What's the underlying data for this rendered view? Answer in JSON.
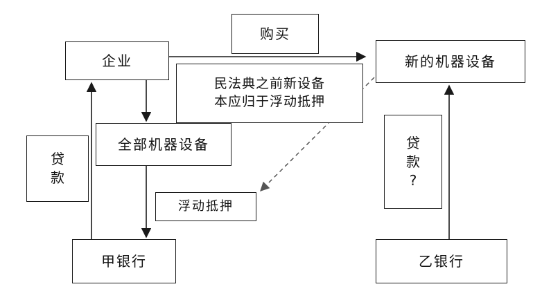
{
  "nodes": {
    "enterprise": "企业",
    "purchase": "购买",
    "new_equipment": "新的机器设备",
    "note": [
      "民法典之前新设备",
      "本应归于浮动抵押"
    ],
    "all_equipment": "全部机器设备",
    "loan_a": [
      "贷",
      "款"
    ],
    "loan_b": [
      "贷",
      "款",
      "?"
    ],
    "floating_mortgage": "浮动抵押",
    "bank_a": "甲银行",
    "bank_b": "乙银行"
  },
  "colors": {
    "line": "#1a1a1a",
    "dashed_line": "#555555"
  }
}
